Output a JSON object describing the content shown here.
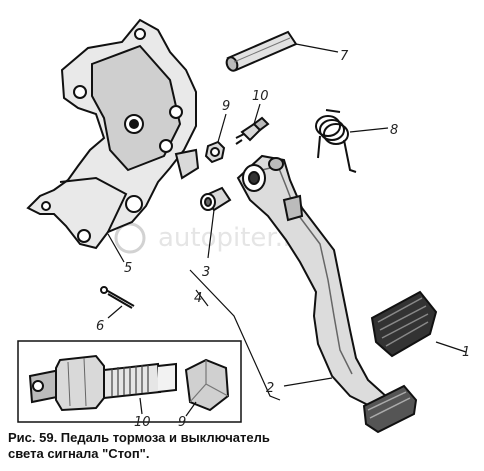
{
  "figure": {
    "callouts": [
      "1",
      "2",
      "3",
      "4",
      "5",
      "6",
      "7",
      "8",
      "9",
      "10",
      "9",
      "10"
    ],
    "watermark": "autopiter.ru",
    "caption": {
      "line1": "Рис. 59. Педаль тормоза и выключатель",
      "line2": "света сигнала \"Стоп\"."
    }
  }
}
